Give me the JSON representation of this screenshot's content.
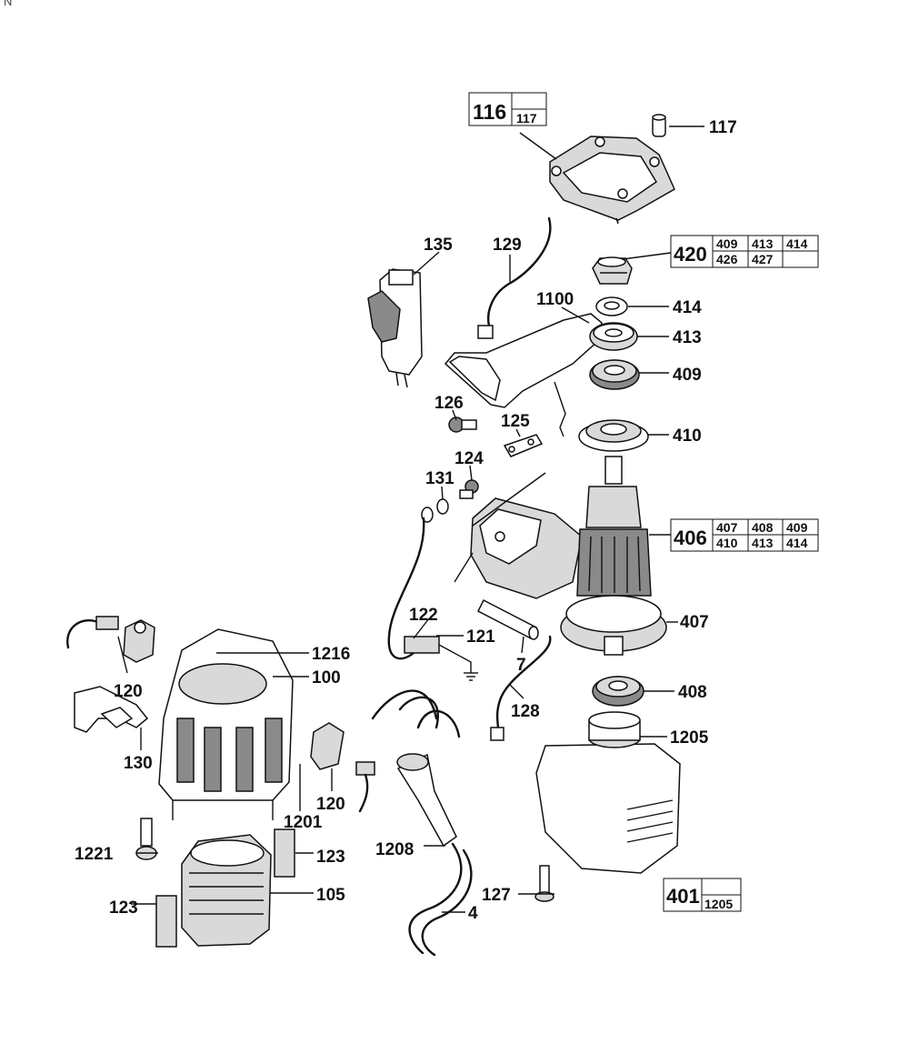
{
  "corner_text": "N",
  "callouts": {
    "p117": "117",
    "p135": "135",
    "p129": "129",
    "p1100": "1100",
    "p414": "414",
    "p413": "413",
    "p409": "409",
    "p410": "410",
    "p126": "126",
    "p125": "125",
    "p124": "124",
    "p131": "131",
    "p407": "407",
    "p122": "122",
    "p121": "121",
    "p7": "7",
    "p1216": "1216",
    "p100": "100",
    "p120a": "120",
    "p130": "130",
    "p408": "408",
    "p128": "128",
    "p1205": "1205",
    "p120b": "120",
    "p1201": "1201",
    "p1221": "1221",
    "p123a": "123",
    "p1208": "1208",
    "p105": "105",
    "p123b": "123",
    "p127": "127",
    "p4": "4"
  },
  "kits": {
    "k116": {
      "main": "116",
      "subs": [
        "117"
      ]
    },
    "k420": {
      "main": "420",
      "subs": [
        "409",
        "413",
        "414",
        "426",
        "427",
        ""
      ]
    },
    "k406": {
      "main": "406",
      "subs": [
        "407",
        "408",
        "409",
        "410",
        "413",
        "414"
      ]
    },
    "k401": {
      "main": "401",
      "subs": [
        "1205"
      ]
    }
  }
}
